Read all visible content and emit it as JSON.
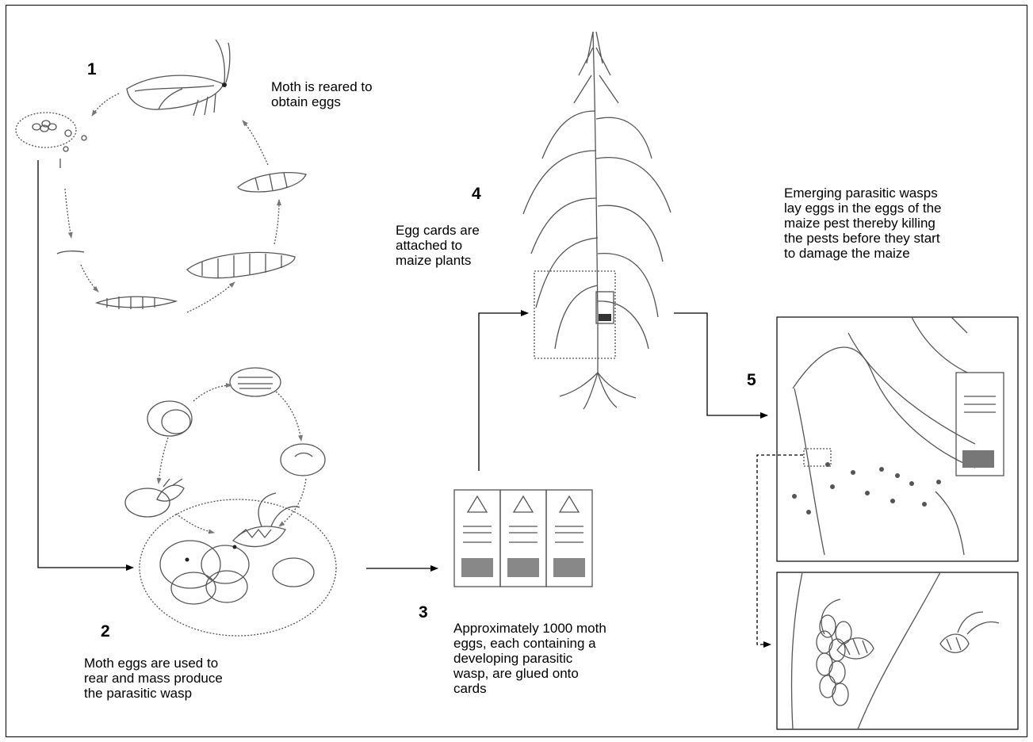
{
  "steps": [
    {
      "number": "1",
      "caption": "Moth is reared to\nobtain eggs"
    },
    {
      "number": "2",
      "caption": "Moth eggs are used to\nrear and mass produce\nthe parasitic wasp"
    },
    {
      "number": "3",
      "caption": "Approximately 1000 moth\neggs, each containing a\ndeveloping parasitic\nwasp, are glued onto\ncards"
    },
    {
      "number": "4",
      "caption": "Egg cards are\nattached to\nmaize plants"
    },
    {
      "number": "5",
      "caption": "Emerging parasitic wasps\nlay eggs in the eggs of the\nmaize pest thereby killing\nthe pests before they start\nto damage the maize"
    }
  ],
  "colors": {
    "line": "#000000",
    "sketch": "#555555"
  }
}
